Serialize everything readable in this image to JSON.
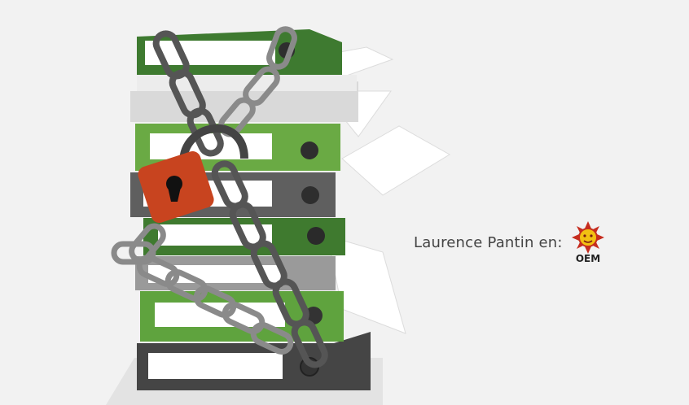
{
  "byline": {
    "text": "Laurence Pantin en:",
    "logo_text": "OEM"
  },
  "colors": {
    "background": "#f2f2f2",
    "binder_green": "#5a9e3a",
    "binder_dark_green": "#3f7a2f",
    "binder_gray": "#5f5f5f",
    "binder_light_gray": "#9a9a9a",
    "chain": "#6e6e6e",
    "padlock": "#c8441f",
    "logo_red": "#c62d1f",
    "logo_yellow": "#f2c012"
  },
  "icons": [
    "binder-stack",
    "chain",
    "padlock",
    "loose-papers",
    "oem-sun-logo"
  ]
}
